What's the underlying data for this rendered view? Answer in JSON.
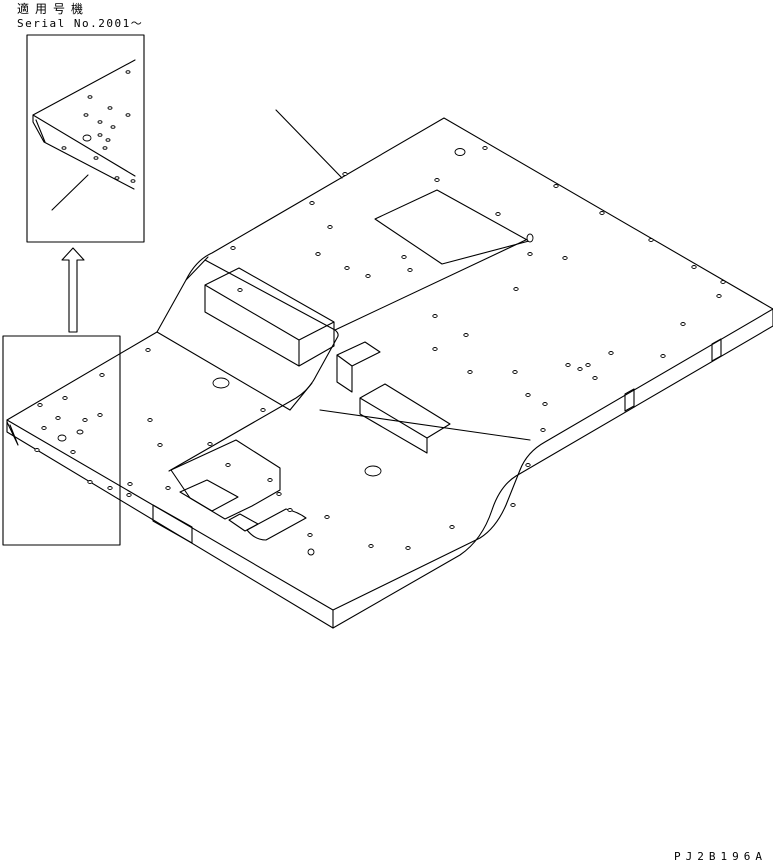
{
  "header": {
    "applicable_models": "適用号機",
    "serial_range": "Serial No.2001～"
  },
  "footer": {
    "drawing_code": "PJ2B196A"
  }
}
